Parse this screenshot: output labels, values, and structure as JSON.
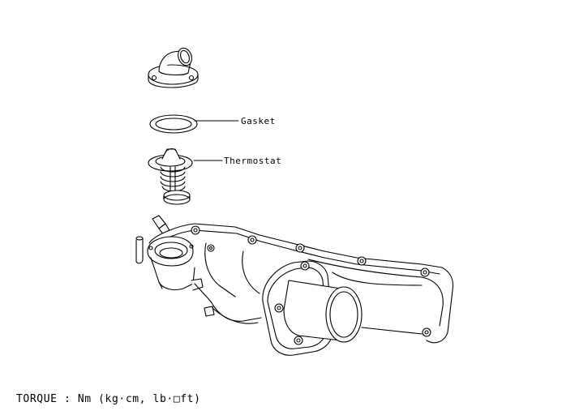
{
  "labels": {
    "gasket": "Gasket",
    "thermostat": "Thermostat"
  },
  "torque_note": "TORQUE : Nm (kg·cm, lb·□ft)"
}
